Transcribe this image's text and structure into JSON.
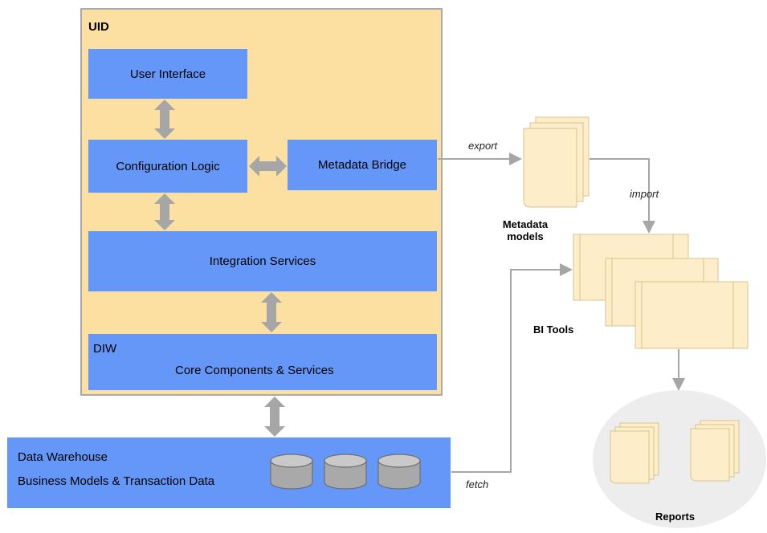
{
  "uid": {
    "title": "UID"
  },
  "boxes": {
    "user_interface": "User Interface",
    "configuration_logic": "Configuration Logic",
    "metadata_bridge": "Metadata Bridge",
    "integration_services": "Integration Services",
    "diw_label": "DIW",
    "core_components": "Core Components & Services"
  },
  "data_warehouse": {
    "line1": "Data Warehouse",
    "line2": "Business Models & Transaction Data"
  },
  "flows": {
    "export": "export",
    "import": "import",
    "fetch": "fetch"
  },
  "labels": {
    "metadata_models_line1": "Metadata",
    "metadata_models_line2": "models",
    "bi_tools": "BI Tools",
    "reports": "Reports"
  },
  "colors": {
    "uid_fill": "#fbe0a2",
    "box_blue": "#6497f7",
    "arrow_gray": "#a6a6a6",
    "doc_fill": "#fdeec9",
    "reports_circle": "#ededed"
  }
}
